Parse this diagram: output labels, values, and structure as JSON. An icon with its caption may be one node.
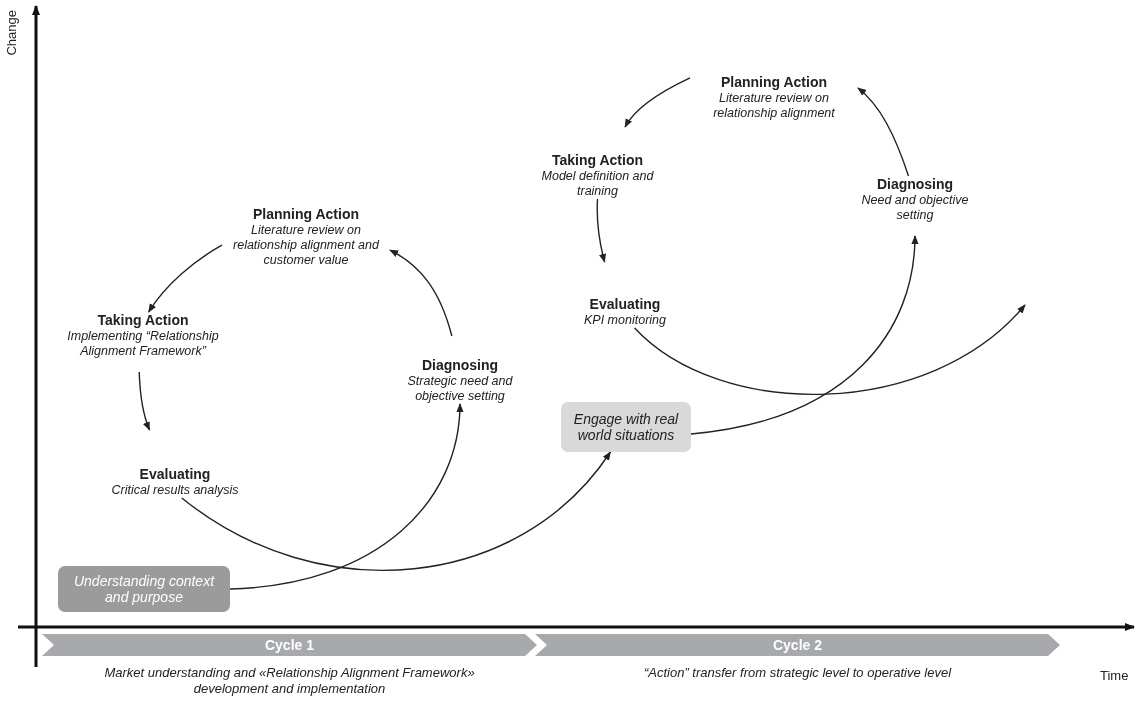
{
  "diagram": {
    "nodes": [
      {
        "text": [
          "Understanding context and purpose"
        ]
      },
      {
        "text": [
          "Diagnosing",
          "Strategic need and objective setting"
        ]
      },
      {
        "text": [
          "Planning Action",
          "Literature review on relationship alignment and customer value"
        ]
      },
      {
        "text": [
          "Taking Action",
          "Implementing “Relationship Alignment Framework”"
        ]
      },
      {
        "text": [
          "Evaluating",
          "Critical results analysis"
        ]
      },
      {
        "text": [
          "Engage with real world situations"
        ]
      },
      {
        "text": [
          "Diagnosing",
          "Need and objective setting"
        ]
      },
      {
        "text": [
          "Planning Action",
          "Literature review on relationship alignment"
        ]
      },
      {
        "text": [
          "Taking Action",
          "Model definition and training"
        ]
      },
      {
        "text": [
          "Evaluating",
          "KPI monitoring"
        ]
      },
      {
        "text": [
          "Cycle 1"
        ],
        "beside": [
          "Market understanding and «Relationship Alignment Framework» development and implementation"
        ]
      },
      {
        "text": [
          "Cycle 2"
        ],
        "beside": [
          "“Action” transfer from strategic level to operative level"
        ]
      }
    ],
    "edges": [
      {
        "from": 0,
        "to": 1,
        "arrow": "to"
      },
      {
        "from": 1,
        "to": 2,
        "arrow": "to"
      },
      {
        "from": 2,
        "to": 3,
        "arrow": "to"
      },
      {
        "from": 3,
        "to": 4,
        "arrow": "to"
      },
      {
        "from": 4,
        "to": 5,
        "arrow": "to"
      },
      {
        "from": 5,
        "to": 6,
        "arrow": "to"
      },
      {
        "from": 6,
        "to": 7,
        "arrow": "to"
      },
      {
        "from": 7,
        "to": 8,
        "arrow": "to"
      },
      {
        "from": 8,
        "to": 9,
        "arrow": "to"
      },
      {
        "from": 9,
        "to": null,
        "arrow": "to"
      }
    ],
    "labels": [
      "Change",
      "Time"
    ]
  }
}
